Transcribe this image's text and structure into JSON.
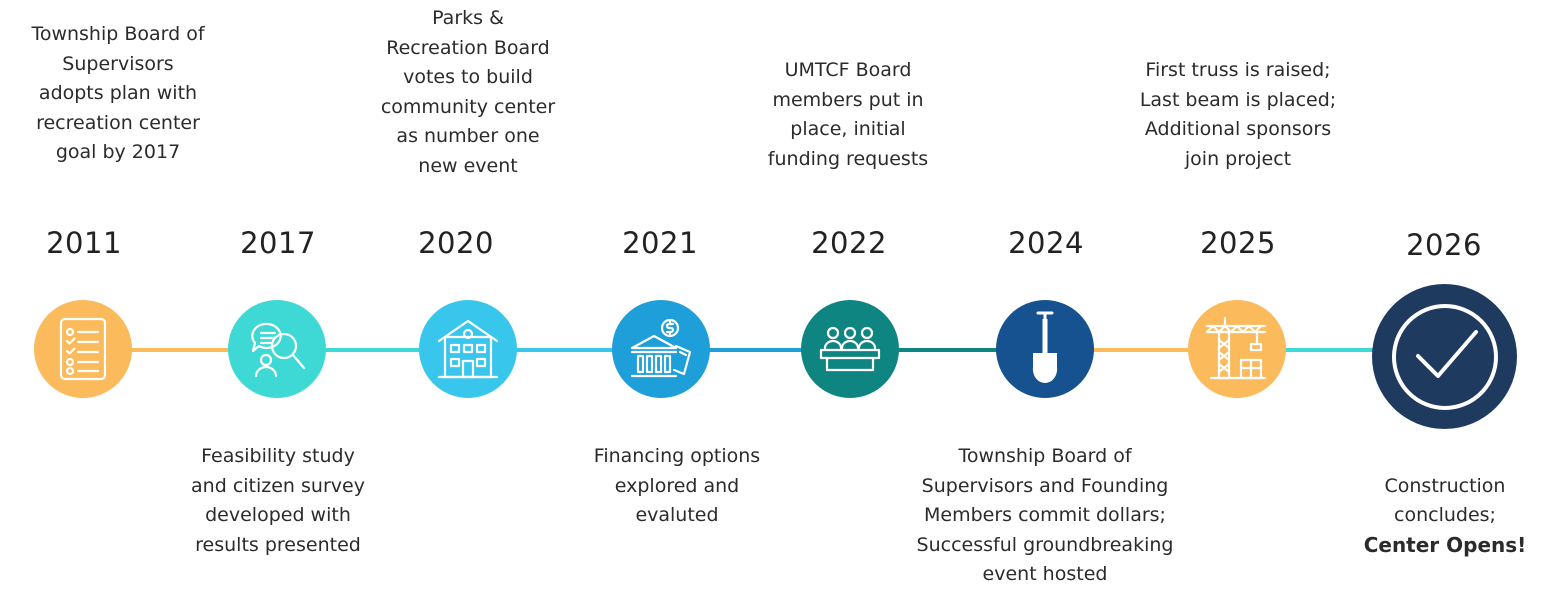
{
  "milestones": [
    {
      "year": "2011",
      "text": "Township Board of\nSupervisors\nadopts plan with\nrecreation center\ngoal by 2017",
      "position": "above",
      "color": "#FBBA5B",
      "icon": "checklist-icon"
    },
    {
      "year": "2017",
      "text": "Feasibility study\nand citizen survey\ndeveloped with\nresults presented",
      "position": "below",
      "color": "#3ED9D4",
      "icon": "research-search-icon"
    },
    {
      "year": "2020",
      "text": "Parks &\nRecreation Board\nvotes to build\ncommunity center\nas number one\nnew event",
      "position": "above",
      "color": "#38C6EC",
      "icon": "building-icon"
    },
    {
      "year": "2021",
      "text": "Financing options\nexplored and\nevaluted",
      "position": "below",
      "color": "#1E9FD9",
      "icon": "bank-money-icon"
    },
    {
      "year": "2022",
      "text": "UMTCF Board\nmembers put in\nplace, initial\nfunding requests",
      "position": "above",
      "color": "#0F8582",
      "icon": "board-members-icon"
    },
    {
      "year": "2024",
      "text": "Township Board of\nSupervisors and Founding\nMembers commit dollars;\nSuccessful groundbreaking\nevent hosted",
      "position": "below",
      "color": "#15528F",
      "icon": "shovel-icon"
    },
    {
      "year": "2025",
      "text": "First truss is raised;\nLast beam is placed;\nAdditional sponsors\njoin project",
      "position": "above",
      "color": "#FBBA5B",
      "icon": "construction-crane-icon"
    },
    {
      "year": "2026",
      "text": "Construction\nconcludes;",
      "bold_text": "Center Opens!",
      "position": "below",
      "color": "#1F3A5F",
      "icon": "checkmark-icon"
    }
  ],
  "connector_colors": [
    "#FBBA5B",
    "#3ED9D4",
    "#38C6EC",
    "#1E9FD9",
    "#0F8582",
    "#FBBA5B",
    "#3ED9D4"
  ]
}
